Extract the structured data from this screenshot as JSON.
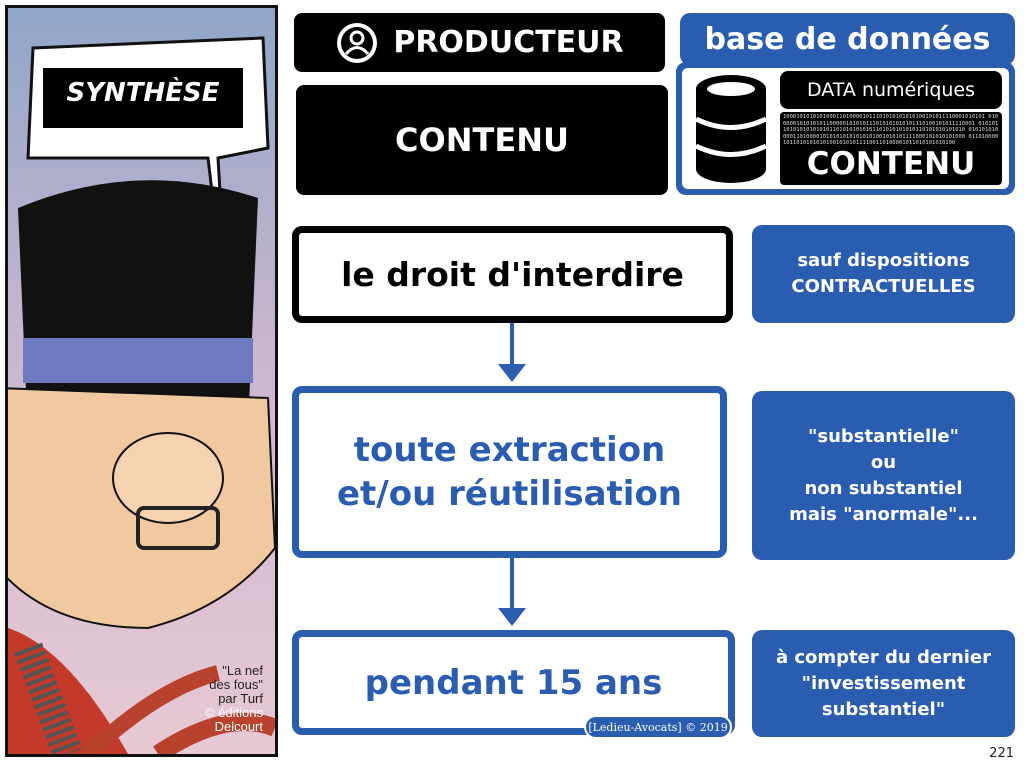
{
  "comic": {
    "bubble": "SYNTHÈSE",
    "credit": [
      "\"La nef",
      "des fous\"",
      "par Turf",
      "© éditions",
      "Delcourt"
    ]
  },
  "producteur": {
    "label": "PRODUCTEUR",
    "icon": "user-icon"
  },
  "contenu": "CONTENU",
  "base": {
    "title": "base de données",
    "icon": "database-icon",
    "data_label": "DATA numériques",
    "overlay": "CONTENU",
    "binary": "1000101010101000110100001011101010101010100101011110001010101 0100000101010101100000101010111010101010101110100101011110001 0101011010101010101011010101010101101010101010110101010101010 0101010100001101000010101010101010101001010101111000101010101000 0110100001011010101010100101010111100110100001011010101010100"
  },
  "flow": [
    {
      "text": "le droit d'interdire",
      "note": [
        "sauf dispositions",
        "CONTRACTUELLES"
      ]
    },
    {
      "text": [
        "toute extraction",
        "et/ou réutilisation"
      ],
      "note": [
        "\"substantielle\"",
        "ou",
        "non substantiel",
        "mais \"anormale\"..."
      ]
    },
    {
      "text": "pendant 15 ans",
      "note": [
        "à compter du dernier",
        "\"investissement",
        "substantiel\""
      ]
    }
  ],
  "footer": {
    "copyright": "[Ledieu-Avocats] © 2019",
    "page": "221"
  },
  "colors": {
    "blue": "#2a5db0",
    "black": "#000000"
  }
}
